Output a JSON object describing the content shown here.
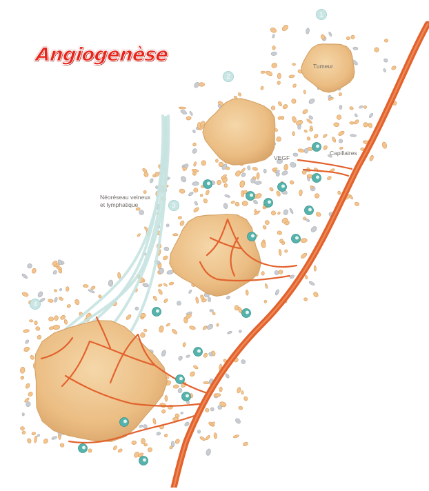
{
  "title": "Angiogenèse",
  "labels": {
    "tumeur": "Tumeur",
    "vegf": "VEGF",
    "capillaires": "Capillaires",
    "reseau_line1": "Néoréseau veineux",
    "reseau_line2": "et lymphatique"
  },
  "steps": [
    "1",
    "2",
    "3",
    "4"
  ],
  "colors": {
    "title": "#e8251b",
    "vessel": "#e2622d",
    "tumor": "#f0c48a",
    "lymph": "#c7e3e1",
    "cell_teal": "#55b3ac",
    "cell_grey": "#c9cdd2"
  }
}
